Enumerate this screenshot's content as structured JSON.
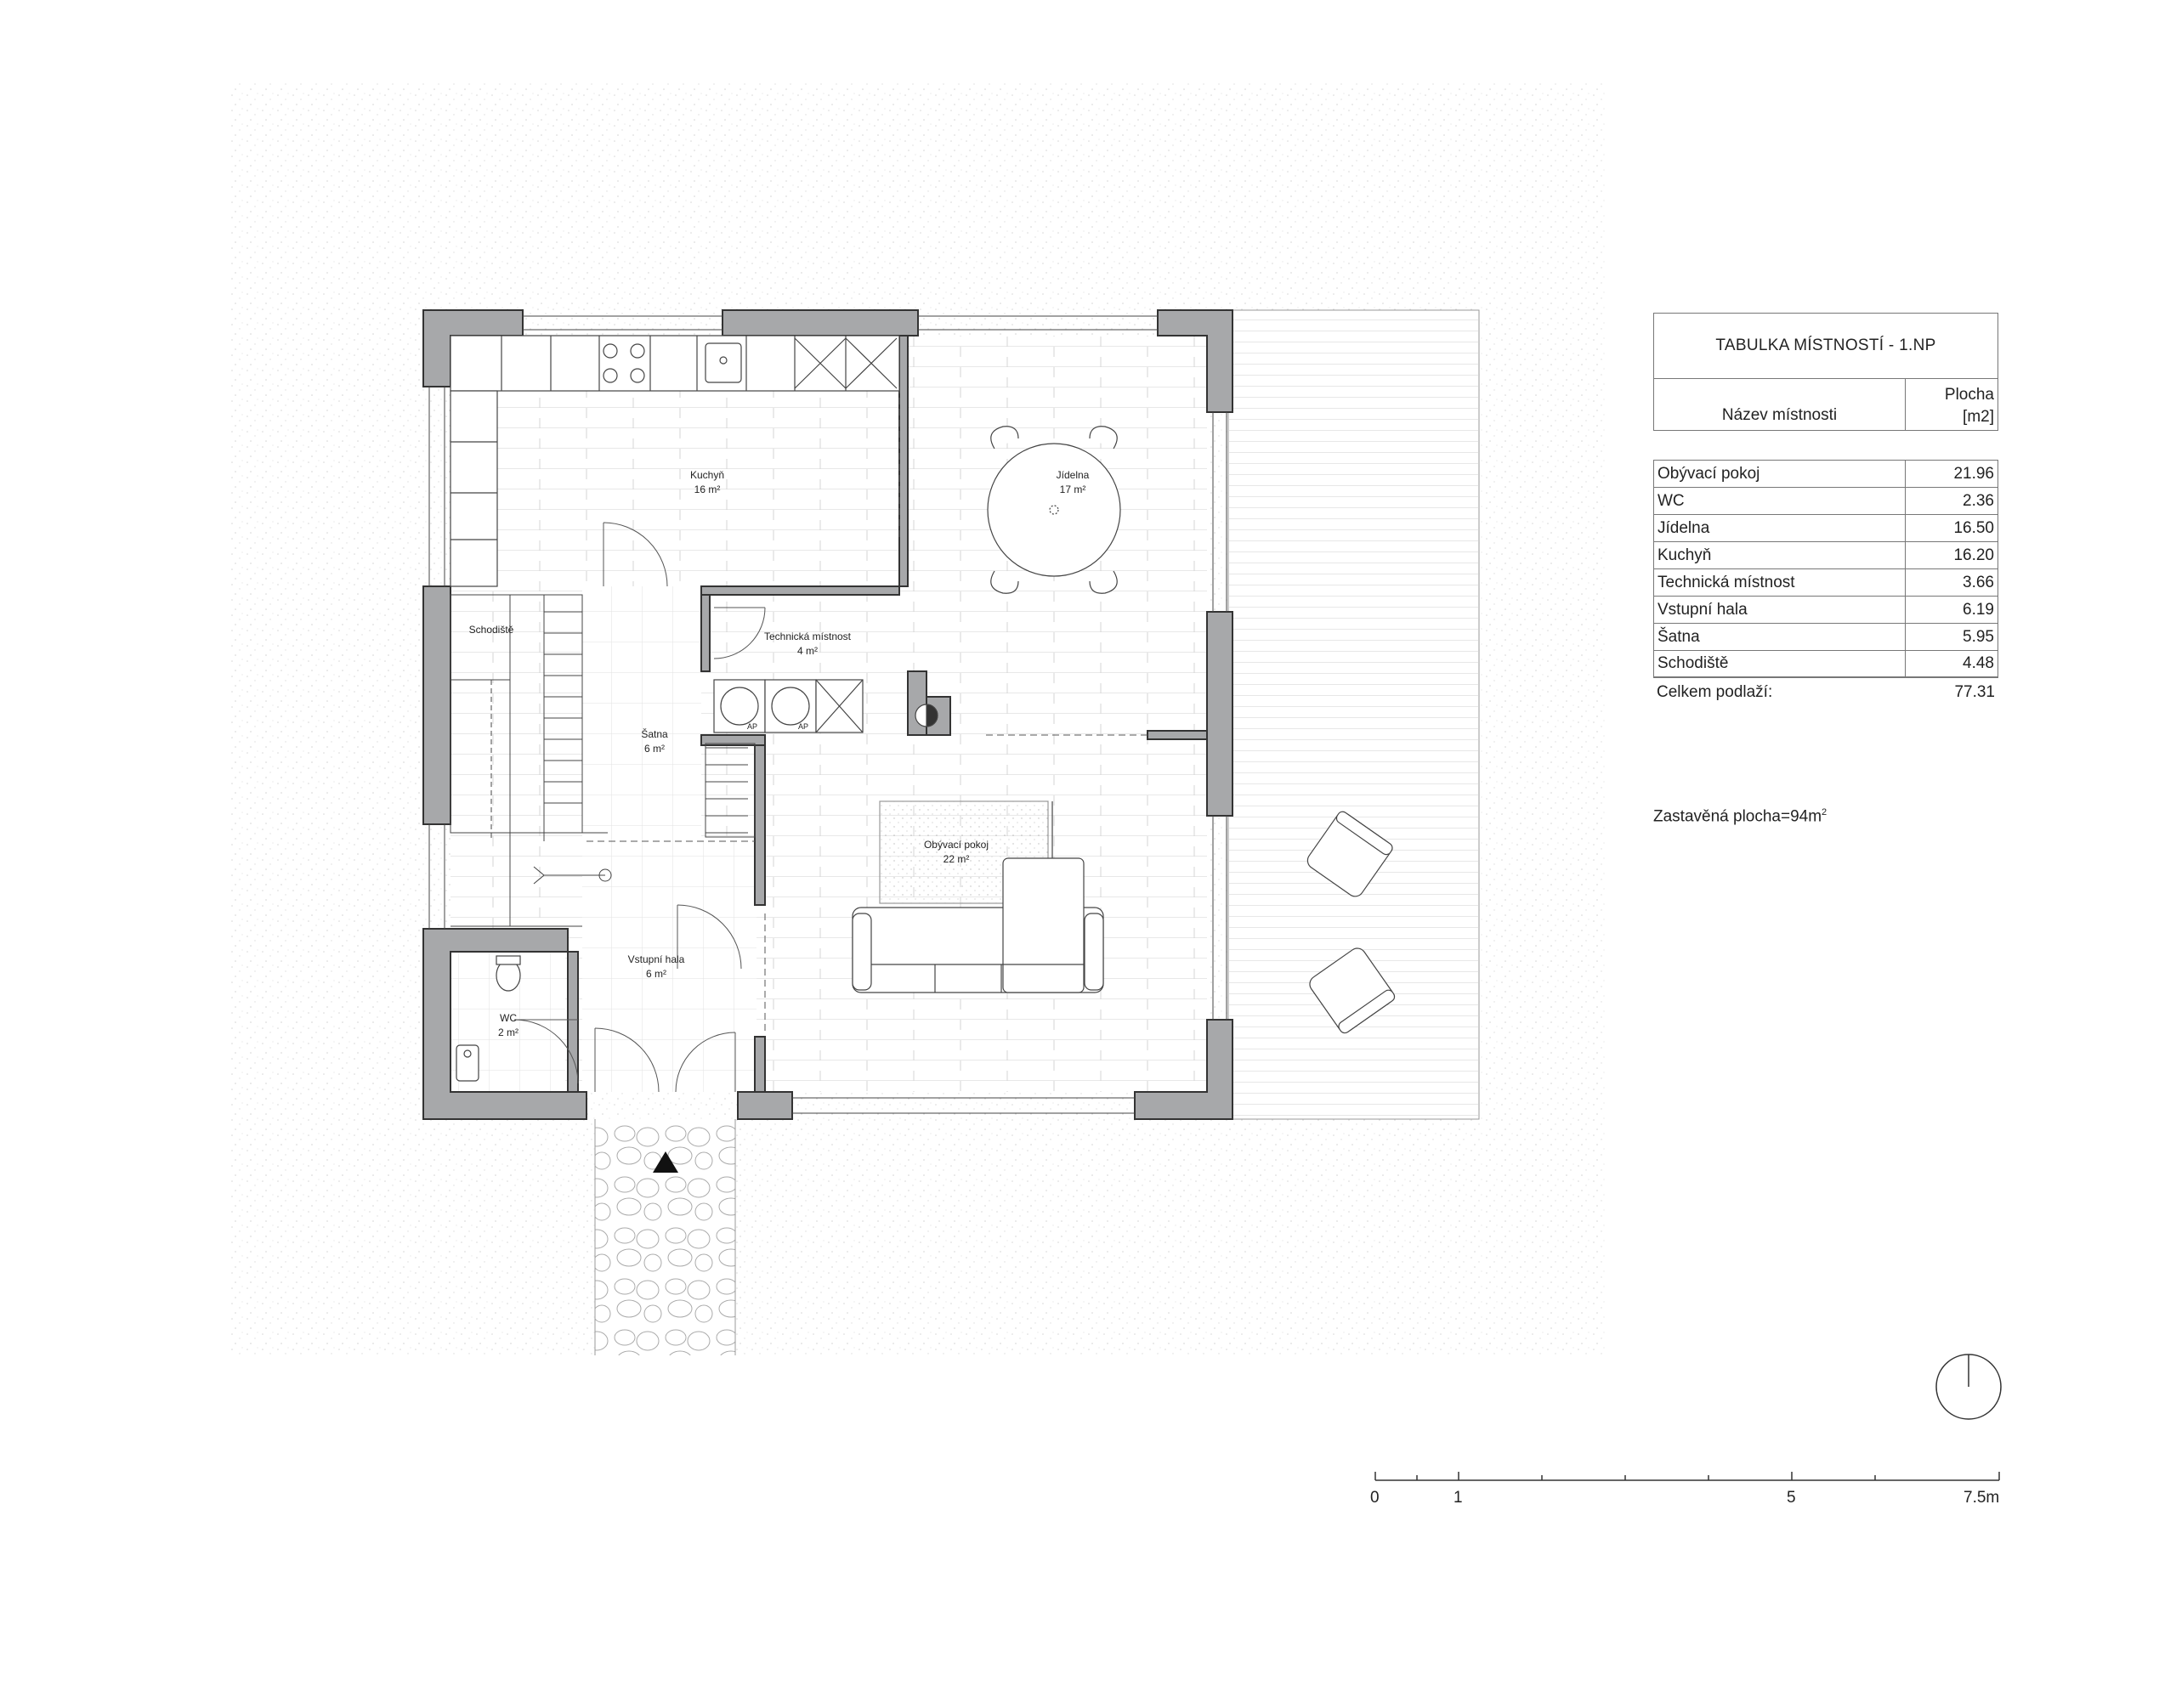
{
  "plan": {
    "rooms": [
      {
        "name": "Kuchyň",
        "area": "16 m²"
      },
      {
        "name": "Jídelna",
        "area": "17 m²"
      },
      {
        "name": "Schodiště",
        "area": ""
      },
      {
        "name": "Technická místnost",
        "area": "4 m²"
      },
      {
        "name": "Šatna",
        "area": "6 m²"
      },
      {
        "name": "Obývací pokoj",
        "area": "22 m²"
      },
      {
        "name": "Vstupní hala",
        "area": "6 m²"
      },
      {
        "name": "WC",
        "area": "2 m²"
      }
    ],
    "appliance_label": "AP"
  },
  "table": {
    "title": "TABULKA MÍSTNOSTÍ - 1.NP",
    "col_name": "Název místnosti",
    "col_area_1": "Plocha",
    "col_area_2": "[m2]",
    "rows": [
      {
        "name": "Obývací pokoj",
        "value": "21.96"
      },
      {
        "name": "WC",
        "value": "2.36"
      },
      {
        "name": "Jídelna",
        "value": "16.50"
      },
      {
        "name": "Kuchyň",
        "value": "16.20"
      },
      {
        "name": "Technická místnost",
        "value": "3.66"
      },
      {
        "name": "Vstupní hala",
        "value": "6.19"
      },
      {
        "name": "Šatna",
        "value": "5.95"
      },
      {
        "name": "Schodiště",
        "value": "4.48"
      }
    ],
    "total_label": "Celkem podlaží:",
    "total_value": "77.31"
  },
  "built_area": {
    "text": "Zastavěná plocha=94m",
    "sup": "2"
  },
  "scale_bar": {
    "labels": [
      "0",
      "1",
      "5",
      "7.5m"
    ]
  },
  "colors": {
    "wall": "#a7a8aa",
    "line": "#333333",
    "floor_line": "#c9c9c9",
    "stipple": "#d9d9d9"
  }
}
